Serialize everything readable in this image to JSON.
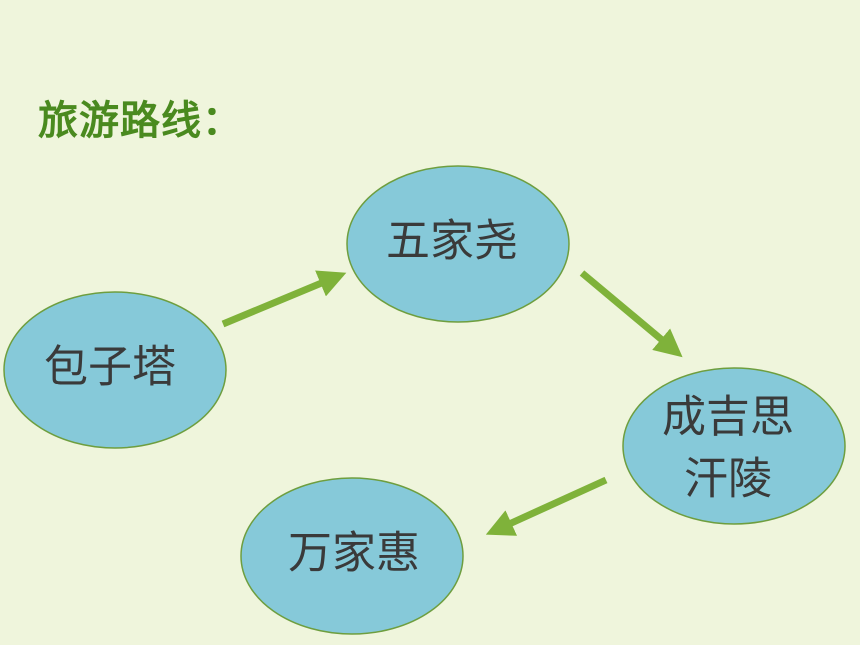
{
  "title": "旅游路线：",
  "colors": {
    "background": "#eff5dc",
    "title": "#4a8a1f",
    "node_fill": "#86c9d9",
    "node_stroke": "#6e9e3f",
    "arrow": "#7fb23a"
  },
  "nodes": [
    {
      "id": "baozita",
      "label": "包子塔"
    },
    {
      "id": "wujiayao",
      "label": "五家尧"
    },
    {
      "id": "chengjisihan",
      "label_lines": [
        "成吉思",
        "汗陵"
      ]
    },
    {
      "id": "wanjiahui",
      "label": "万家惠"
    }
  ],
  "edges": [
    {
      "from": "baozita",
      "to": "wujiayao"
    },
    {
      "from": "wujiayao",
      "to": "chengjisihan"
    },
    {
      "from": "chengjisihan",
      "to": "wanjiahui"
    }
  ]
}
